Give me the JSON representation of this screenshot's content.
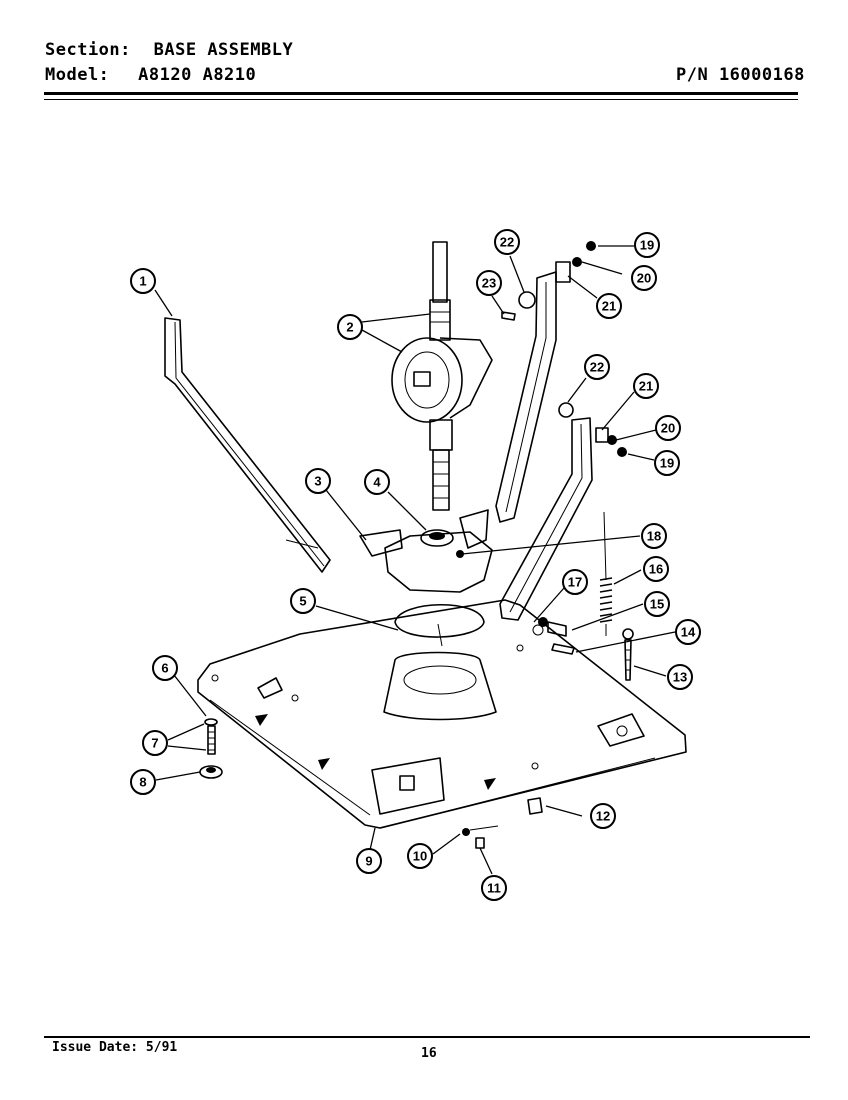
{
  "header": {
    "section_label": "Section:",
    "section_value": "BASE ASSEMBLY",
    "model_label": "Model:",
    "model_values": "A8120  A8210",
    "part_number": "P/N 16000168"
  },
  "footer": {
    "issue_date": "Issue Date: 5/91",
    "page_number": "16"
  },
  "callouts": {
    "c1": "1",
    "c2": "2",
    "c3": "3",
    "c4": "4",
    "c5": "5",
    "c6": "6",
    "c7": "7",
    "c8": "8",
    "c9": "9",
    "c10": "10",
    "c11": "11",
    "c12": "12",
    "c13": "13",
    "c14": "14",
    "c15": "15",
    "c16": "16",
    "c17": "17",
    "c18": "18",
    "c19a": "19",
    "c20a": "20",
    "c21a": "21",
    "c22a": "22",
    "c23": "23",
    "c19b": "19",
    "c20b": "20",
    "c21b": "21",
    "c22b": "22"
  }
}
